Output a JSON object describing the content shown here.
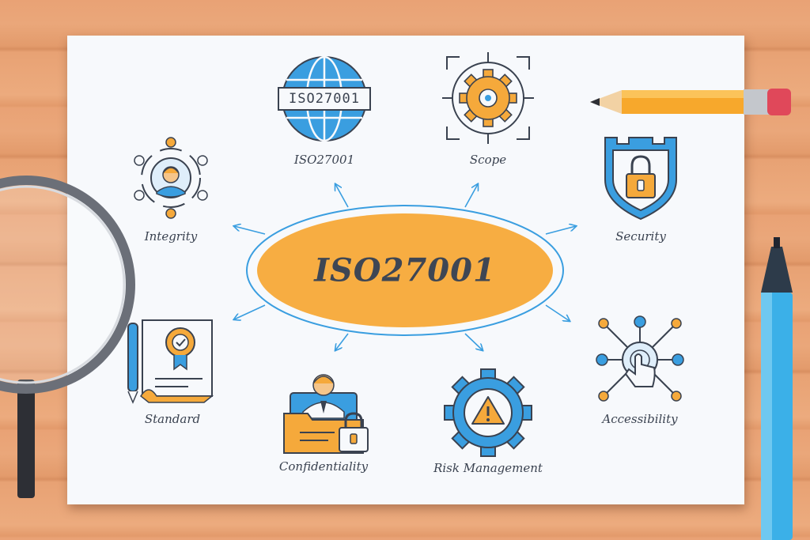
{
  "center": {
    "label": "ISO27001"
  },
  "nodes": {
    "iso": {
      "label": "ISO27001",
      "badge": "ISO27001"
    },
    "scope": {
      "label": "Scope"
    },
    "integrity": {
      "label": "Integrity"
    },
    "security": {
      "label": "Security"
    },
    "standard": {
      "label": "Standard"
    },
    "accessibility": {
      "label": "Accessibility"
    },
    "confidentiality": {
      "label": "Confidentiality"
    },
    "risk": {
      "label": "Risk Management"
    }
  },
  "colors": {
    "accent_orange": "#f5a93b",
    "accent_blue": "#3a9ee0",
    "line_dark": "#3a4250",
    "paper": "#f7f9fc"
  }
}
